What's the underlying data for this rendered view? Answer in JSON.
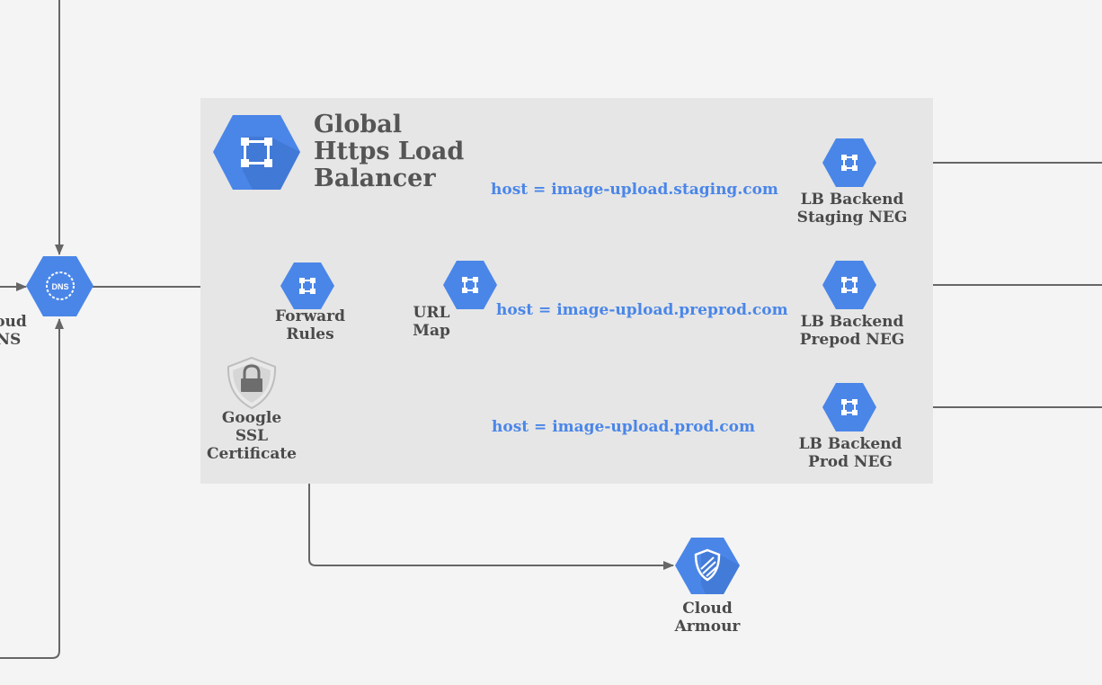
{
  "colors": {
    "node": "#4a86e8",
    "node_shadow": "#3b6fc8",
    "line": "#666666",
    "group_bg": "#e6e6e6",
    "route_text": "#4a86e8",
    "label_text": "#4a4a4a"
  },
  "group": {
    "title_lines": [
      "Global",
      "Https Load",
      "Balancer"
    ],
    "icon": "load-balancer-icon"
  },
  "nodes": {
    "dns": {
      "icon": "cloud-dns-icon",
      "icon_text": "DNS",
      "label_lines": [
        "Cloud",
        "DNS"
      ]
    },
    "forward_rules": {
      "icon": "load-balancer-icon",
      "label_lines": [
        "Forward",
        "Rules"
      ]
    },
    "url_map": {
      "icon": "load-balancer-icon",
      "label_lines": [
        "URL",
        "Map"
      ]
    },
    "backend_staging": {
      "icon": "load-balancer-icon",
      "label_lines": [
        "LB Backend",
        "Staging NEG"
      ]
    },
    "backend_preprod": {
      "icon": "load-balancer-icon",
      "label_lines": [
        "LB Backend",
        "Prepod NEG"
      ]
    },
    "backend_prod": {
      "icon": "load-balancer-icon",
      "label_lines": [
        "LB Backend",
        "Prod NEG"
      ]
    },
    "ssl": {
      "icon": "ssl-lock-icon",
      "label_lines": [
        "Google",
        "SSL",
        "Certificate"
      ]
    },
    "armour": {
      "icon": "cloud-armour-icon",
      "label_lines": [
        "Cloud",
        "Armour"
      ]
    }
  },
  "routes": {
    "staging": "host = image-upload.staging.com",
    "preprod": "host = image-upload.preprod.com",
    "prod": "host = image-upload.prod.com"
  }
}
